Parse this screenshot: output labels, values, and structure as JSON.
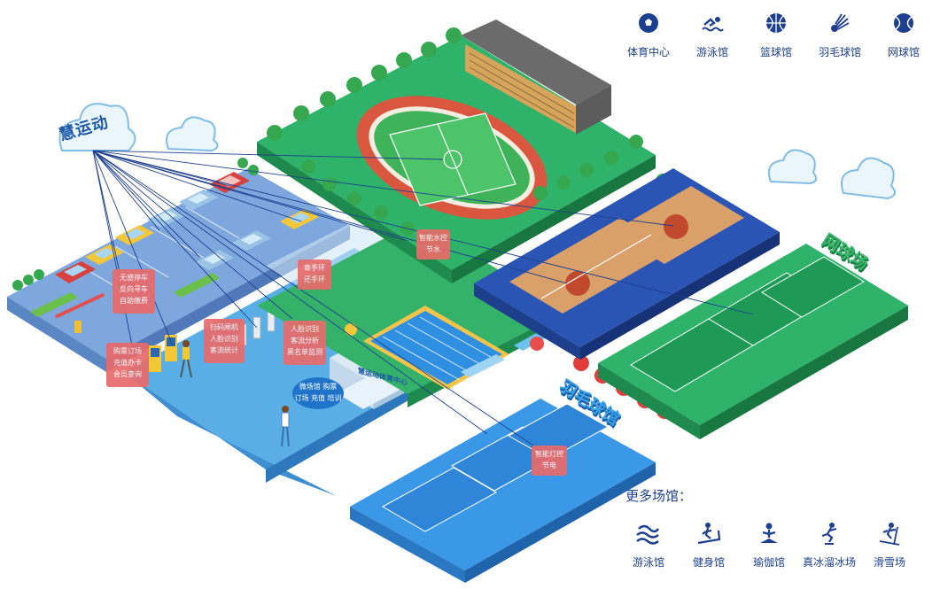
{
  "brand": {
    "name": "慧运动"
  },
  "venue_nav": [
    {
      "label": "体育中心",
      "icon": "soccer-ball-icon"
    },
    {
      "label": "游泳馆",
      "icon": "swimmer-icon"
    },
    {
      "label": "篮球馆",
      "icon": "basketball-icon"
    },
    {
      "label": "羽毛球馆",
      "icon": "shuttlecock-icon"
    },
    {
      "label": "网球馆",
      "icon": "tennis-ball-icon"
    }
  ],
  "more_venues": {
    "title": "更多场馆：",
    "items": [
      {
        "label": "游泳馆",
        "icon": "swimming-wave-icon"
      },
      {
        "label": "健身馆",
        "icon": "treadmill-icon"
      },
      {
        "label": "瑜伽馆",
        "icon": "yoga-icon"
      },
      {
        "label": "真冰溜冰场",
        "icon": "ice-skating-icon"
      },
      {
        "label": "滑雪场",
        "icon": "skiing-icon"
      }
    ]
  },
  "callouts": {
    "parking": [
      "无感停车",
      "反向寻车",
      "自助缴费"
    ],
    "kiosk": [
      "购票订场",
      "充值办卡",
      "会员查询"
    ],
    "turnstile": [
      "扫码闸机",
      "人脸识别",
      "客流统计"
    ],
    "face": [
      "人脸识别",
      "客流分析",
      "黑名单监测"
    ],
    "locker": [
      "寄手环",
      "还手环"
    ],
    "pool": [
      "智能水控",
      "节水"
    ],
    "lights": [
      "智能灯控",
      "节电"
    ]
  },
  "service_bubble": [
    "微场馆 购票",
    "订场 充值 培训"
  ],
  "desk_sign": "慧运动体育中心",
  "zones": {
    "tennis": "网球场",
    "badminton": "羽毛球馆"
  },
  "colors": {
    "accent": "#1c3f8f",
    "callout": "#e86b6b",
    "field_green": "#2fb36a",
    "track": "#d9573f",
    "court_blue": "#2a55b5",
    "pool_blue": "#3fa9e8"
  }
}
